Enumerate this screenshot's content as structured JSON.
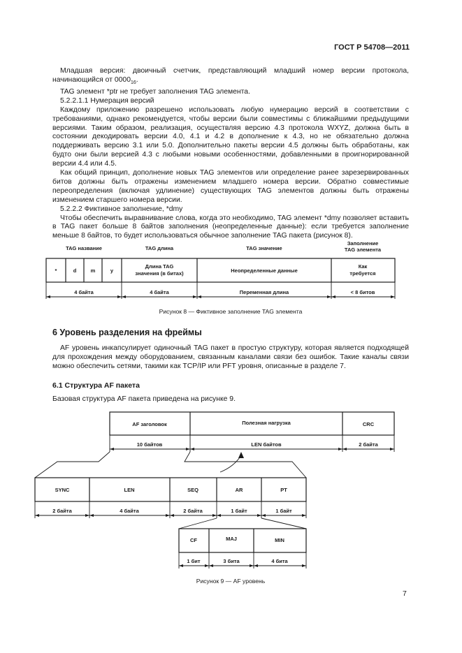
{
  "header": {
    "standard": "ГОСТ Р 54708—2011"
  },
  "top_text": {
    "p1_main": "Младшая версия: двоичный счетчик, представляющий младший номер версии протокола, начинающийся от 0000",
    "p1_sub": "16",
    "p1_end": ".",
    "p2": "TAG элемент *ptr не требует заполнения TAG элемента.",
    "p3": "5.2.2.1.1 Нумерация версий",
    "p4": "Каждому приложению разрешено использовать любую нумерацию версий в соответствии с требованиями, однако рекомендуется, чтобы версии были совместимы с ближайшими предыдущими версиями. Таким образом, реализация, осуществляя версию 4.3 протокола WXYZ, должна быть в состоянии декодировать версии 4.0, 4.1 и 4.2 в дополнение к 4.3, но не обязательно должна поддерживать версию 3.1 или 5.0. Дополнительно пакеты версии 4.5 должны быть обработаны, как будто они были версией 4.3 с любыми новыми особенностями, добавленными в проигнорированной версии 4.4 или 4.5.",
    "p5": "Как общий принцип, дополнение новых TAG элементов или определение ранее зарезервированных битов должны быть отражены изменением младшего номера версии. Обратно совместимые переопределения (включая удлинение) существующих TAG элементов должны быть отражены изменением старшего номера версии.",
    "p6": "5.2.2.2 Фиктивное заполнение, *dmy",
    "p7": "Чтобы обеспечить выравнивание слова, когда это необходимо, TAG элемент *dmy позволяет вставить в TAG пакет больше 8 байтов заполнения (неопределенные данные): если требуется заполнение меньше 8 байтов, то будет использоваться обычное заполнение TAG пакета (рисунок 8)."
  },
  "figure8": {
    "col_headers": [
      "TAG название",
      "TAG длина",
      "TAG значение",
      "Заполнение",
      "TAG элемента"
    ],
    "chars": [
      "*",
      "d",
      "m",
      "y"
    ],
    "length_cell": [
      "Длина TAG",
      "значения (в битах)"
    ],
    "value_cell": "Неопределенные данные",
    "padding_cell": [
      "Как",
      "требуется"
    ],
    "sizes": [
      "4 байта",
      "4 байта",
      "Переменная длина",
      "< 8 битов"
    ],
    "caption": "Рисунок 8 — Фиктивное заполнение TAG элемента"
  },
  "section6": {
    "title": "6 Уровень разделения на фреймы",
    "intro": "AF уровень инкапсулирует одиночный TAG пакет в простую структуру, которая является подходящей для прохождения между оборудованием, связанным каналами связи без ошибок. Такие каналы связи можно обеспечить сетями, такими как TCP/IP или PFT уровня, описанные в разделе 7.",
    "sub_title": "6.1 Структура AF пакета",
    "sub_text": "Базовая структура AF пакета приведена на рисунке 9."
  },
  "figure9": {
    "top_labels": [
      "AF заголовок",
      "Полезная нагрузка",
      "CRC"
    ],
    "top_sizes": [
      "10 байтов",
      "LEN байтов",
      "2 байта"
    ],
    "mid_labels": [
      "SYNC",
      "LEN",
      "SEQ",
      "AR",
      "PT"
    ],
    "mid_sizes": [
      "2 байта",
      "4 байта",
      "2 байта",
      "1 байт",
      "1 байт"
    ],
    "bot_labels": [
      "CF",
      "MAJ",
      "MIN"
    ],
    "bot_sizes": [
      "1 бит",
      "3 бита",
      "4 бита"
    ],
    "caption": "Рисунок 9 — AF уровень"
  },
  "page_number": "7"
}
